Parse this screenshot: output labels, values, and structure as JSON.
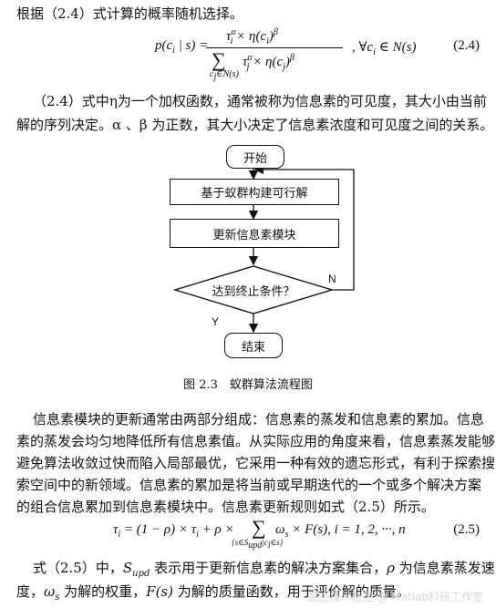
{
  "para1": {
    "line1": "根据（2.4）式计算的概率随机选择。"
  },
  "eq24": {
    "lhs": "p(c",
    "lhs_sub": "i",
    "lhs_rest": " | s) =",
    "num": "τ",
    "num_sup": "α",
    "num_sub": "i",
    "num_rest": " × η(c",
    "num_rest_sub": "i",
    "num_rest_end": ")",
    "num_beta": "β",
    "sum_under": "c",
    "sum_under_sub": "j",
    "sum_under_rest": "∈N(s)",
    "den_tau": "τ",
    "den_sup": "α",
    "den_sub": "j",
    "den_rest": " × η(c",
    "den_rest_sub": "j",
    "den_rest_end": ")",
    "den_beta": "β",
    "condition": "∀c",
    "condition_sub": "i",
    "condition_rest": " ∈ N(s)",
    "number": "(2.4)"
  },
  "para2": {
    "line1": "（2.4）式中η为一个加权函数，通常被称为信息素的可见度，其大小由当前",
    "line2": "解的序列决定。α 、β 为正数，其大小决定了信息素浓度和可见度之间的关系。"
  },
  "flowchart": {
    "start": "开始",
    "step1": "基于蚁群构建可行解",
    "step2": "更新信息素模块",
    "decision": "达到终止条件？",
    "no_label": "N",
    "yes_label": "Y",
    "end": "结束",
    "caption": "图 2.3　蚁群算法流程图"
  },
  "para3": {
    "line1": "信息素模块的更新通常由两部分组成：信息素的蒸发和信息素的累加。信息",
    "line2": "素的蒸发会均匀地降低所有信息素值。从实际应用的角度来看，信息素蒸发能够",
    "line3": "避免算法收敛过快而陷入局部最优，它采用一种有效的遗忘形式，有利于探索搜",
    "line4": "索空间中的新领域。信息素的累加是将当前或早期迭代的一个或多个解决方案",
    "line5": "的组合信息累加到信息素模块中。信息素更新规则如式（2.5）所示。"
  },
  "eq25": {
    "text_a": "τ",
    "text_a_sub": "i",
    "text_b": " = (1 − ρ) × τ",
    "text_b_sub": "i",
    "text_c": " + ρ × ",
    "sum_under": "{s∈S",
    "sum_under_sub": "upd",
    "sum_under_rest": "|c",
    "sum_under_rest_sub": "i",
    "sum_under_end": "∈s}",
    "text_d": "ω",
    "text_d_sub": "s",
    "text_e": " × F(s),  i = 1, 2, ···, n",
    "number": "(2.5)"
  },
  "para4": {
    "line1_a": "式（2.5）中，",
    "line1_s": "S",
    "line1_s_sub": "upd",
    "line1_b": " 表示用于更新信息素的解决方案集合，",
    "line1_rho": "ρ",
    "line1_c": " 为信息素蒸发速",
    "line2_a": "度，",
    "line2_w": "ω",
    "line2_w_sub": "s",
    "line2_b": " 为解的权重，",
    "line2_f": "F(s)",
    "line2_c": " 为解的质量函数，用于评价解的质量。"
  },
  "watermark": "掘金技术社区 @ Matlab科研工作室"
}
